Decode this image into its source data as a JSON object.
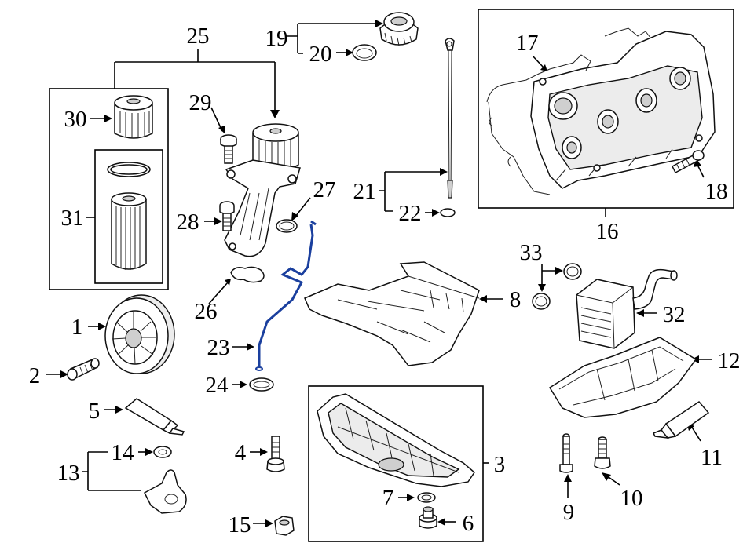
{
  "diagram": {
    "callouts": {
      "c1": "1",
      "c2": "2",
      "c3": "3",
      "c4": "4",
      "c5": "5",
      "c6": "6",
      "c7": "7",
      "c8": "8",
      "c9": "9",
      "c10": "10",
      "c11": "11",
      "c12": "12",
      "c13": "13",
      "c14": "14",
      "c15": "15",
      "c16": "16",
      "c17": "17",
      "c18": "18",
      "c19": "19",
      "c20": "20",
      "c21": "21",
      "c22": "22",
      "c23": "23",
      "c24": "24",
      "c25": "25",
      "c26": "26",
      "c27": "27",
      "c28": "28",
      "c29": "29",
      "c30": "30",
      "c31": "31",
      "c32": "32",
      "c33": "33"
    },
    "colors": {
      "line": "#000000",
      "highlight": "#1a3f9e",
      "background": "#ffffff"
    }
  }
}
